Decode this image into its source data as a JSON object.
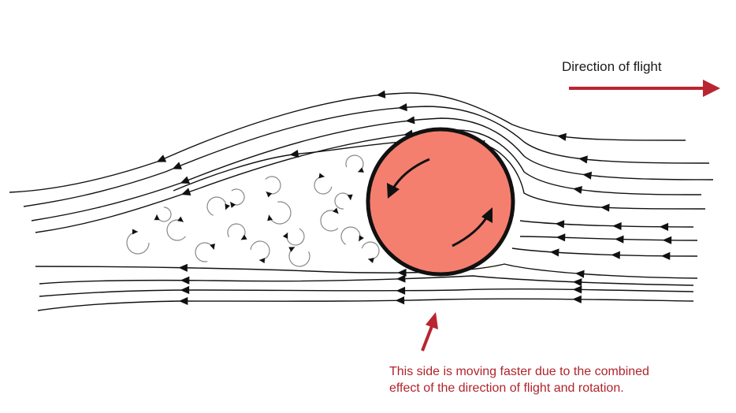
{
  "labels": {
    "direction_of_flight": "Direction of flight",
    "note_line_1": "This side is moving faster due to the combined",
    "note_line_2": "effect of the direction of flight and rotation."
  },
  "colors": {
    "ball_fill": "#f47f6e",
    "ball_stroke": "#111111",
    "accent_arrow": "#b92530",
    "streamline": "#111111",
    "eddy": "#888888",
    "note_text": "#b0242c"
  },
  "icons": {
    "rotation": "curved-arrow-icon",
    "flight": "right-arrow-icon",
    "pointer": "up-arrow-icon"
  }
}
